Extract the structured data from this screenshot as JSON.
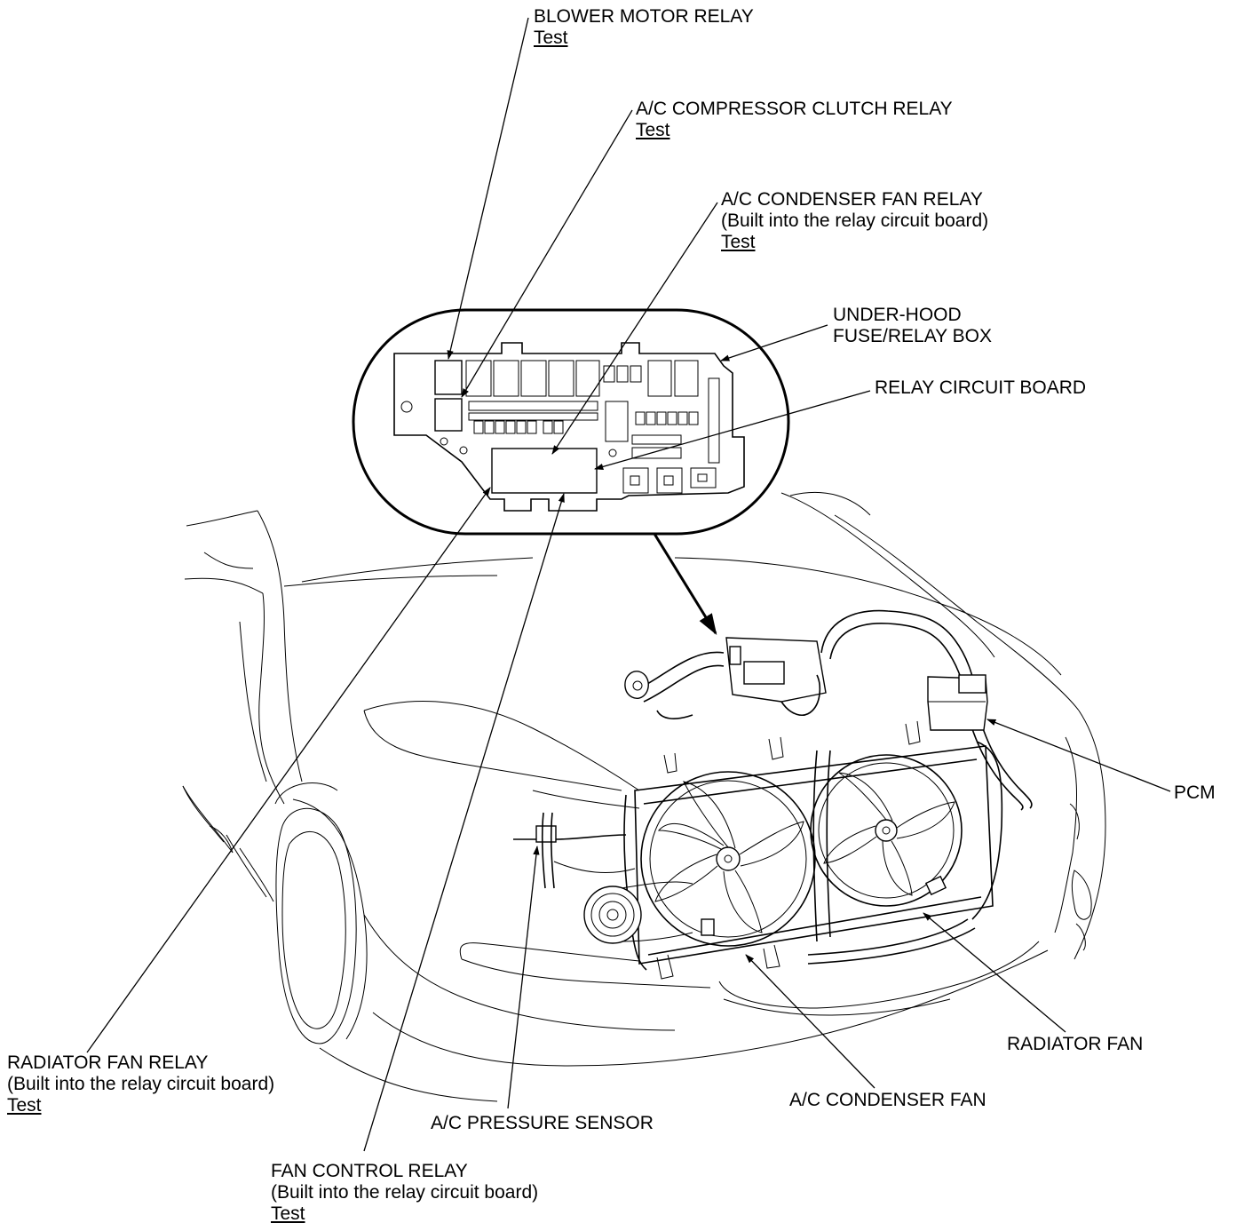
{
  "labels": {
    "blower_motor_relay": {
      "title": "BLOWER MOTOR RELAY",
      "link": "Test"
    },
    "ac_compressor_clutch_relay": {
      "title": "A/C COMPRESSOR CLUTCH RELAY",
      "link": "Test"
    },
    "ac_condenser_fan_relay": {
      "title": "A/C CONDENSER FAN RELAY",
      "note": "(Built into the relay circuit board)",
      "link": "Test"
    },
    "under_hood_box": {
      "line1": "UNDER-HOOD",
      "line2": "FUSE/RELAY BOX"
    },
    "relay_circuit_board": {
      "title": "RELAY CIRCUIT BOARD"
    },
    "pcm": {
      "title": "PCM"
    },
    "radiator_fan": {
      "title": "RADIATOR FAN"
    },
    "ac_condenser_fan": {
      "title": "A/C CONDENSER FAN"
    },
    "ac_pressure_sensor": {
      "title": "A/C PRESSURE SENSOR"
    },
    "radiator_fan_relay": {
      "title": "RADIATOR FAN RELAY",
      "note": "(Built into the relay circuit board)",
      "link": "Test"
    },
    "fan_control_relay": {
      "title": "FAN CONTROL RELAY",
      "note": "(Built into the relay circuit board)",
      "link": "Test"
    }
  }
}
